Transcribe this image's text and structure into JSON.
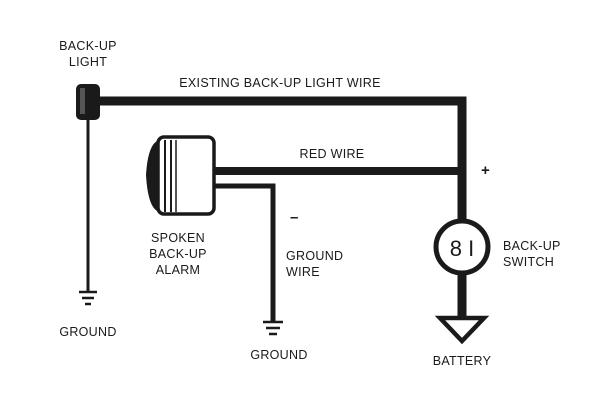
{
  "labels": {
    "backup_light_line1": "BACK-UP",
    "backup_light_line2": "LIGHT",
    "existing_wire": "EXISTING BACK-UP LIGHT WIRE",
    "red_wire": "RED WIRE",
    "plus_sign": "+",
    "minus_sign": "–",
    "alarm_line1": "SPOKEN",
    "alarm_line2": "BACK-UP",
    "alarm_line3": "ALARM",
    "ground_wire_line1": "GROUND",
    "ground_wire_line2": "WIRE",
    "switch_line1": "BACK-UP",
    "switch_line2": "SWITCH",
    "ground_left": "GROUND",
    "ground_middle": "GROUND",
    "battery": "BATTERY",
    "switch_face": "8 I"
  },
  "colors": {
    "ink": "#1a1a1a",
    "background": "#ffffff"
  }
}
